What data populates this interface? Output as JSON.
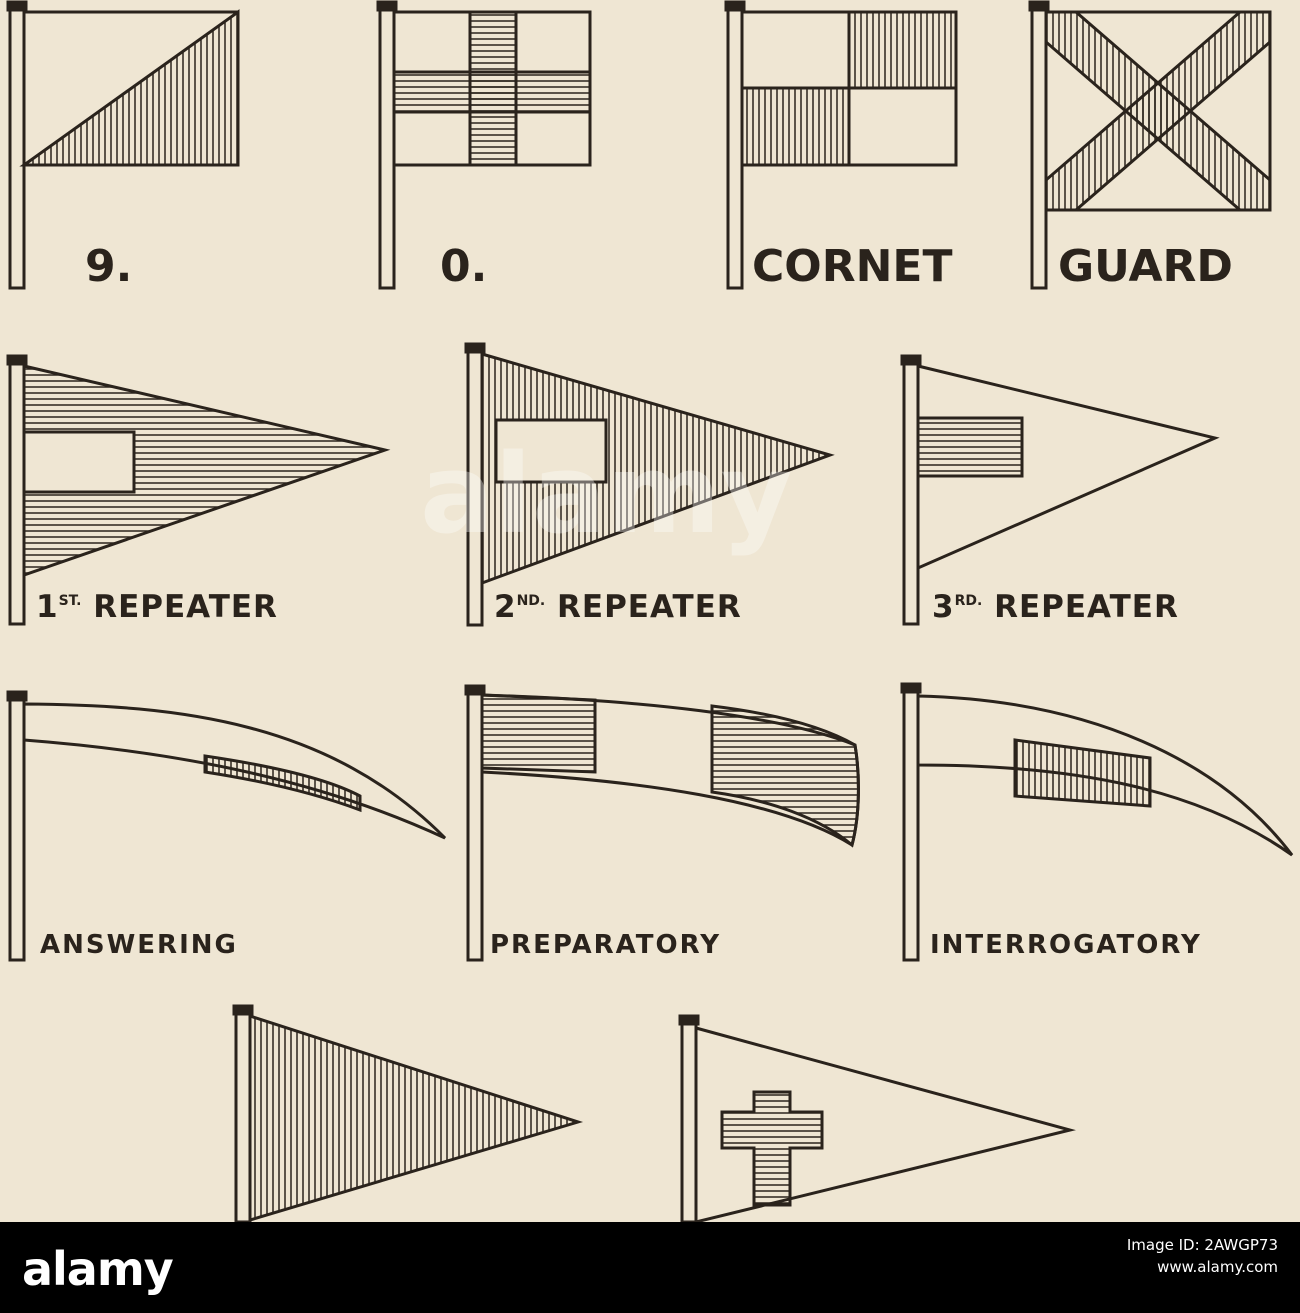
{
  "flags": {
    "nine": "9.",
    "zero": "0.",
    "cornet": "CORNET",
    "guard": "GUARD",
    "rep1_num": "1",
    "rep1_suf": "ST.",
    "rep1_word": "REPEATER",
    "rep2_num": "2",
    "rep2_suf": "ND.",
    "rep2_word": "REPEATER",
    "rep3_num": "3",
    "rep3_suf": "RD.",
    "rep3_word": "REPEATER",
    "answering": "ANSWERING",
    "preparatory": "PREPARATORY",
    "interrogatory": "INTERROGATORY"
  },
  "watermark": "alamy",
  "footer": {
    "logo": "alamy",
    "image_id_label": "Image ID: 2AWGP73",
    "site": "www.alamy.com"
  },
  "colors": {
    "paper": "#efe6d3",
    "ink": "#2a231c",
    "footer": "#000000"
  }
}
